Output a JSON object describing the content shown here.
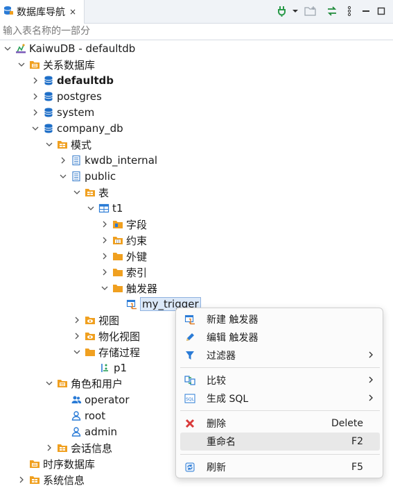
{
  "tab": {
    "title": "数据库导航",
    "close": "×"
  },
  "filter": {
    "placeholder": "输入表名称的一部分"
  },
  "tree": {
    "root": "KaiwuDB - defaultdb",
    "relational": "关系数据库",
    "defaultdb": "defaultdb",
    "postgres": "postgres",
    "system": "system",
    "company_db": "company_db",
    "schemas": "模式",
    "kwdb_internal": "kwdb_internal",
    "public": "public",
    "tables": "表",
    "t1": "t1",
    "fields": "字段",
    "constraints": "约束",
    "foreign_keys": "外键",
    "indexes": "索引",
    "triggers": "触发器",
    "my_trigger": "my_trigger",
    "views": "视图",
    "mat_views": "物化视图",
    "procedures": "存储过程",
    "p1": "p1",
    "roles": "角色和用户",
    "operator": "operator",
    "root_user": "root",
    "admin": "admin",
    "sessions": "会话信息",
    "timeseries": "时序数据库",
    "sysinfo": "系统信息"
  },
  "menu": {
    "new_trigger": "新建 触发器",
    "edit_trigger": "编辑 触发器",
    "filter": "过滤器",
    "compare": "比较",
    "gen_sql": "生成 SQL",
    "delete": "删除",
    "delete_key": "Delete",
    "rename": "重命名",
    "rename_key": "F2",
    "refresh": "刷新",
    "refresh_key": "F5"
  },
  "colors": {
    "accent": "#2a7bd6",
    "folder": "#f0a020",
    "db": "#1f6fc8",
    "delete": "#d93a3a"
  }
}
